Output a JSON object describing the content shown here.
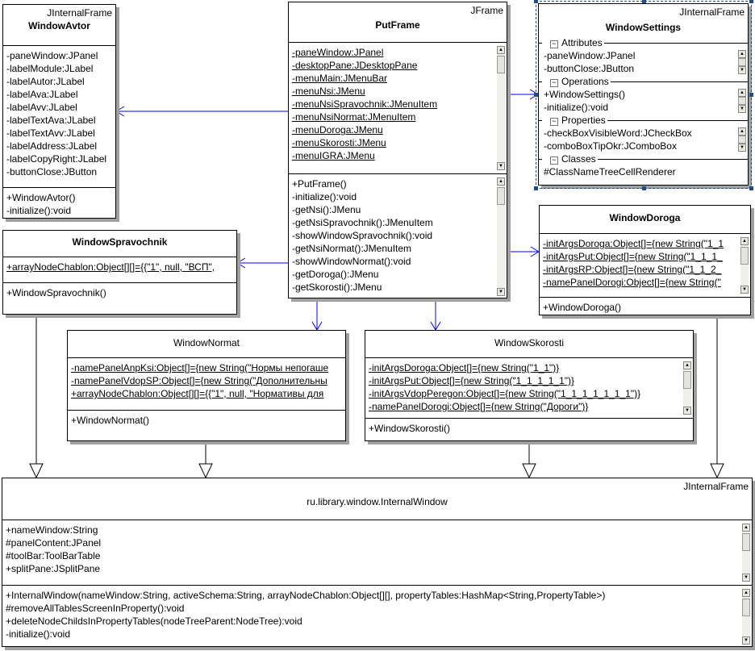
{
  "classes": {
    "WindowAvtor": {
      "stereotype": "JInternalFrame",
      "name": "WindowAvtor",
      "compartments": [
        {
          "items": [
            "-paneWindow:JPanel",
            "-labelModule:JLabel",
            "-labelAutor:JLabel",
            "-labelAva:JLabel",
            "-labelAvv:JLabel",
            "-labelTextAva:JLabel",
            "-labelTextAvv:JLabel",
            "-labelAddress:JLabel",
            "-labelCopyRight:JLabel",
            "-buttonClose:JButton"
          ]
        },
        {
          "items": [
            "+WindowAvtor()",
            "-initialize():void"
          ]
        }
      ]
    },
    "PutFrame": {
      "stereotype": "JFrame",
      "name": "PutFrame",
      "compartments": [
        {
          "underlined": true,
          "scrollbar": true,
          "items": [
            "-paneWindow:JPanel",
            "-desktopPane:JDesktopPane",
            "-menuMain:JMenuBar",
            "-menuNsi:JMenu",
            "-menuNsiSpravochnik:JMenuItem",
            "-menuNsiNormat:JMenuItem",
            "-menuDoroga:JMenu",
            "-menuSkorosti:JMenu",
            "-menuIGRA:JMenu"
          ]
        },
        {
          "scrollbar": true,
          "items": [
            "+PutFrame()",
            "-initialize():void",
            "-getNsi():JMenu",
            "-getNsiSpravochnik():JMenuItem",
            "-showWindowSpravochnik():void",
            "-getNsiNormat():JMenuItem",
            "-showWindowNormat():void",
            "-getDoroga():JMenu",
            "-getSkorosti():JMenu"
          ]
        }
      ]
    },
    "WindowSettings": {
      "stereotype": "JInternalFrame",
      "name": "WindowSettings",
      "selected": true,
      "sections": [
        {
          "label": "Attributes",
          "scrollbar": true,
          "items": [
            "-paneWindow:JPanel",
            "-buttonClose:JButton"
          ]
        },
        {
          "label": "Operations",
          "scrollbar": true,
          "items": [
            "+WindowSettings()",
            "-initialize():void"
          ]
        },
        {
          "label": "Properties",
          "scrollbar": true,
          "items": [
            "-checkBoxVisibleWord:JCheckBox",
            "-comboBoxTipOkr:JComboBox"
          ]
        },
        {
          "label": "Classes",
          "items": [
            "#ClassNameTreeCellRenderer"
          ]
        }
      ]
    },
    "WindowDoroga": {
      "name": "WindowDoroga",
      "compartments": [
        {
          "underlined": true,
          "scrollbar": true,
          "items": [
            "-initArgsDoroga:Object[]={new String(\"1_1",
            "-initArgsPut:Object[]={new String(\"1_1_1_",
            "-initArgsRP:Object[]={new String(\"1_1_2_",
            "-namePanelDorogi:Object[]={new String(\""
          ]
        },
        {
          "items": [
            "+WindowDoroga()"
          ]
        }
      ]
    },
    "WindowSpravochnik": {
      "name": "WindowSpravochnik",
      "compartments": [
        {
          "underlined": true,
          "items": [
            "+arrayNodeChablon:Object[][]={{\"1\", null, \"ВСП\","
          ]
        },
        {
          "items": [
            "+WindowSpravochnik()"
          ]
        }
      ]
    },
    "WindowNormat": {
      "name": "WindowNormat",
      "compartments": [
        {
          "underlined": true,
          "items": [
            "-namePanelAnpKsi:Object[]={new String(\"Нормы непогаше",
            "-namePanelVdopSP:Object[]={new String(\"Дополнительны",
            "+arrayNodeChablon:Object[][]={{\"1\", null, \"Нормативы для"
          ]
        },
        {
          "items": [
            "+WindowNormat()"
          ]
        }
      ]
    },
    "WindowSkorosti": {
      "name": "WindowSkorosti",
      "compartments": [
        {
          "underlined": true,
          "scrollbar": true,
          "items": [
            "-initArgsDoroga:Object[]={new String(\"1_1\")}",
            "-initArgsPut:Object[]={new String(\"1_1_1_1_1\")}",
            "-initArgsVdopPeregon:Object[]={new String(\"1_1_1_1_1_1_1\")}",
            "-namePanelDorogi:Object[]={new String(\"Дороги\")}"
          ]
        },
        {
          "items": [
            "+WindowSkorosti()"
          ]
        }
      ]
    },
    "InternalWindow": {
      "stereotype": "JInternalFrame",
      "name": "ru.library.window.InternalWindow",
      "compartments": [
        {
          "scrollbar": true,
          "items": [
            "+nameWindow:String",
            "#panelContent:JPanel",
            "#toolBar:ToolBarTable",
            "+splitPane:JSplitPane"
          ]
        },
        {
          "scrollbar": true,
          "items": [
            "+InternalWindow(nameWindow:String, activeSchema:String, arrayNodeChablon:Object[][], propertyTables:HashMap<String,PropertyTable>)",
            "#removeAllTablesScreenInProperty():void",
            "+deleteNodeChildsInPropertyTables(nodeTreeParent:NodeTree):void",
            "-initialize():void"
          ]
        }
      ]
    }
  },
  "relations": {
    "dependencies": [
      {
        "from": "PutFrame",
        "to": "WindowAvtor"
      },
      {
        "from": "PutFrame",
        "to": "WindowSpravochnik"
      },
      {
        "from": "PutFrame",
        "to": "WindowSettings"
      },
      {
        "from": "PutFrame",
        "to": "WindowDoroga"
      },
      {
        "from": "PutFrame",
        "to": "WindowNormat"
      },
      {
        "from": "PutFrame",
        "to": "WindowSkorosti"
      }
    ],
    "generalizations": [
      {
        "from": "WindowSpravochnik",
        "to": "InternalWindow"
      },
      {
        "from": "WindowNormat",
        "to": "InternalWindow"
      },
      {
        "from": "WindowSkorosti",
        "to": "InternalWindow"
      },
      {
        "from": "WindowDoroga",
        "to": "InternalWindow"
      }
    ]
  },
  "colors": {
    "dependency": "#0000ff",
    "generalization": "#000000",
    "selection": "#1f4e8c",
    "shadow": "#a0a0a0"
  }
}
